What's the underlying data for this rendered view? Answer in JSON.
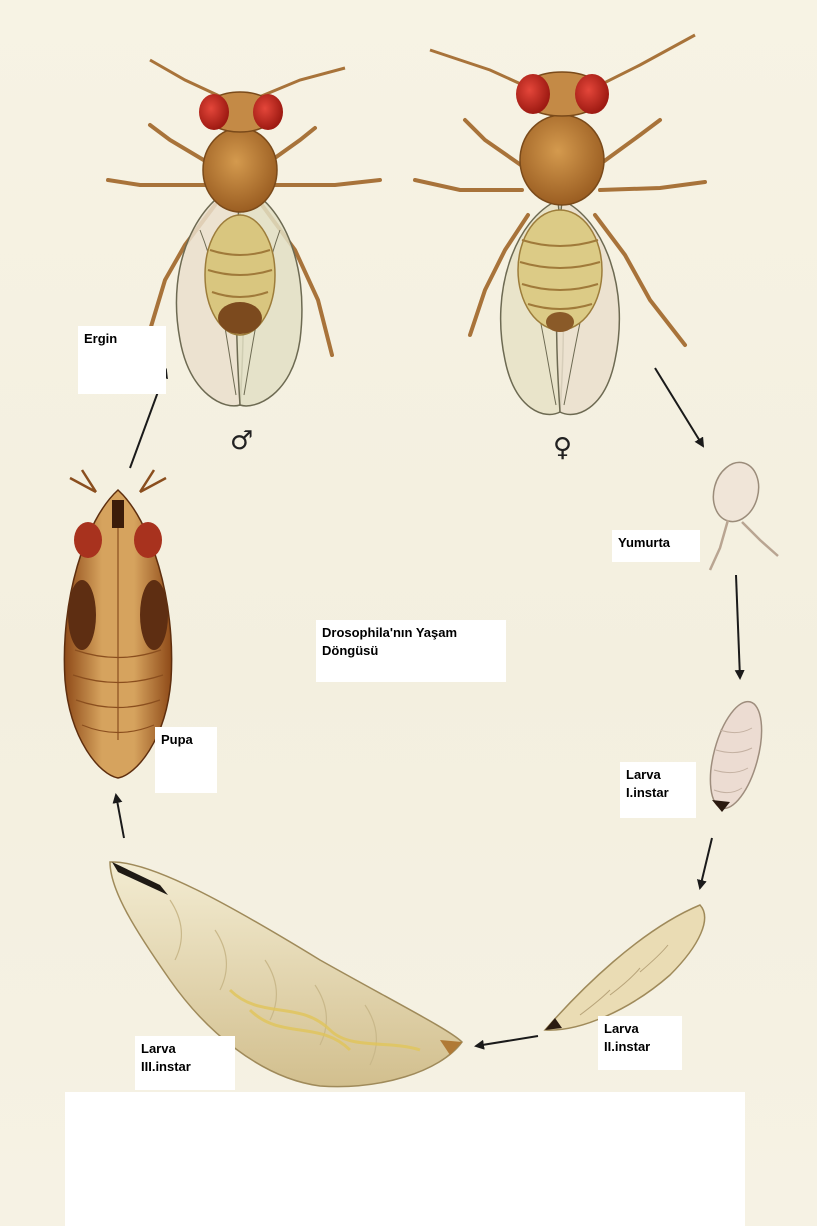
{
  "diagram": {
    "title_line1": "Drosophila'nın Yaşam",
    "title_line2": "Döngüsü",
    "male_symbol": "♂",
    "female_symbol": "♀",
    "stages": {
      "adult": "Ergin",
      "egg": "Yumurta",
      "larva1_line1": "Larva",
      "larva1_line2": "I.instar",
      "larva2_line1": "Larva",
      "larva2_line2": "II.instar",
      "larva3_line1": "Larva",
      "larva3_line2": "III.instar",
      "pupa": "Pupa"
    },
    "colors": {
      "eye": "#c8231a",
      "thorax": "#b9782e",
      "abdomen": "#d7c27a",
      "wing": "#e9dcc8",
      "pupa": "#b5682a",
      "larva": "#eadfbc",
      "egg": "#efe3d6",
      "arrow": "#1a1a1a"
    }
  }
}
